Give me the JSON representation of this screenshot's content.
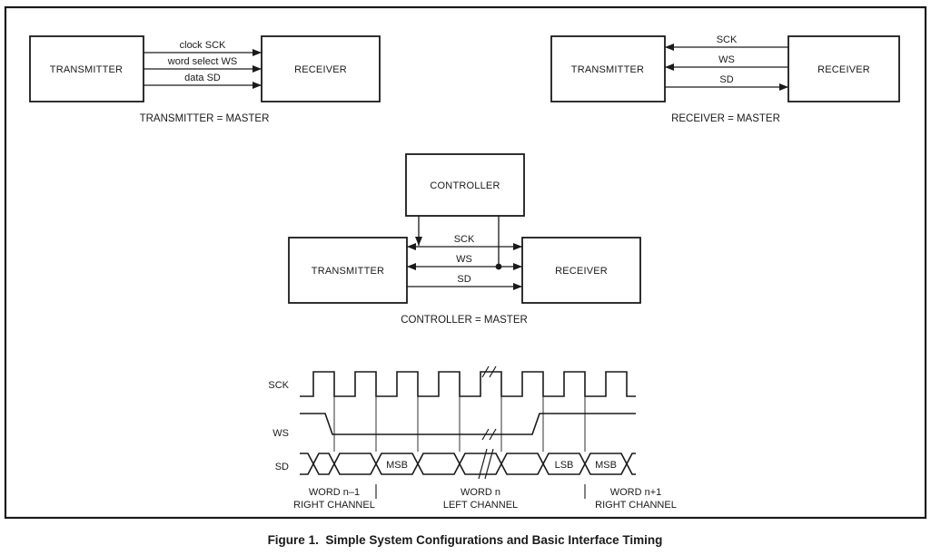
{
  "colors": {
    "ink": "#1a1a1a",
    "background": "#ffffff"
  },
  "top_left": {
    "transmitter_label": "TRANSMITTER",
    "receiver_label": "RECEIVER",
    "signals": [
      "clock SCK",
      "word select WS",
      "data SD"
    ],
    "caption": "TRANSMITTER = MASTER"
  },
  "top_right": {
    "transmitter_label": "TRANSMITTER",
    "receiver_label": "RECEIVER",
    "signals": [
      "SCK",
      "WS",
      "SD"
    ],
    "caption": "RECEIVER = MASTER"
  },
  "middle": {
    "controller_label": "CONTROLLER",
    "transmitter_label": "TRANSMITTER",
    "receiver_label": "RECEIVER",
    "signals": [
      "SCK",
      "WS",
      "SD"
    ],
    "caption": "CONTROLLER = MASTER"
  },
  "timing": {
    "signal_labels": [
      "SCK",
      "WS",
      "SD"
    ],
    "data_cells": [
      "MSB",
      "LSB",
      "MSB"
    ],
    "words": [
      {
        "name": "WORD n–1",
        "channel": "RIGHT CHANNEL"
      },
      {
        "name": "WORD n",
        "channel": "LEFT CHANNEL"
      },
      {
        "name": "WORD n+1",
        "channel": "RIGHT CHANNEL"
      }
    ]
  },
  "figure_caption": "Figure 1.  Simple System Configurations and Basic Interface Timing"
}
